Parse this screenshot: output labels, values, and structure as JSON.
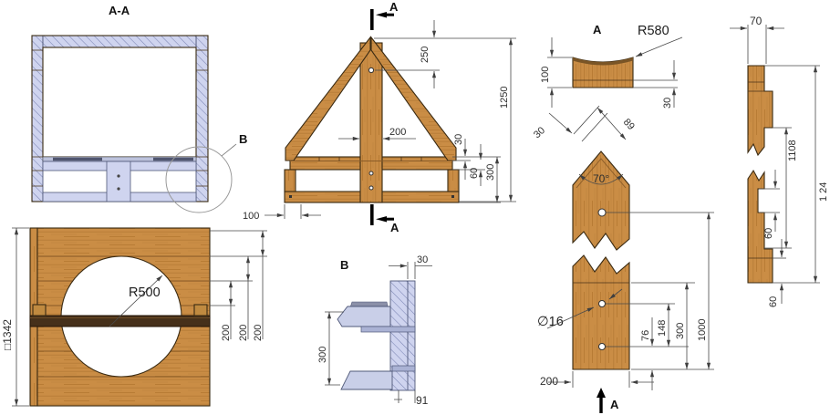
{
  "colors": {
    "wood": "#ca8d45",
    "wood_edge": "#3a2a12",
    "hatch_fill": "#cfd4ef",
    "hatch_line": "#7d86b4",
    "bar_dark": "#46301a",
    "dim": "#3f3f3f"
  },
  "views": {
    "sectionAA": {
      "title": "A-A",
      "detailRef": "B"
    },
    "frontPanel": {
      "overallSize": "□1342",
      "holeRadius": "R500",
      "plank1": "200",
      "plank2": "200",
      "plank3": "200"
    },
    "gable": {
      "sectionTop": "A",
      "sectionBottom": "A",
      "apexToHole": "250",
      "overallHeight": "1250",
      "postWidth": "200",
      "lathThickness": "30",
      "railHeight": "60",
      "baseHeight": "300",
      "cornerOffset": "100"
    },
    "detailB": {
      "title": "B",
      "topOffset": "30",
      "height": "300",
      "note": "91"
    },
    "topViewA": {
      "title": "A",
      "radius": "R580",
      "boardWidth": "100",
      "edgeDrop": "30"
    },
    "picket": {
      "bevelDepth": "30",
      "bevelFace": "89",
      "pointAngle": "70°",
      "holeDiameter": "∅16",
      "holeSpacing": "148",
      "holeToBottom": "76",
      "lowerSection": "300",
      "holeToEnd": "1000",
      "boardWidth": "200",
      "sectionLabel": "A"
    },
    "sideProfile": {
      "thickness": "70",
      "upperLength": "1108",
      "overallLength": "1 24",
      "notchMid": "60",
      "notchBottom": "60"
    }
  }
}
